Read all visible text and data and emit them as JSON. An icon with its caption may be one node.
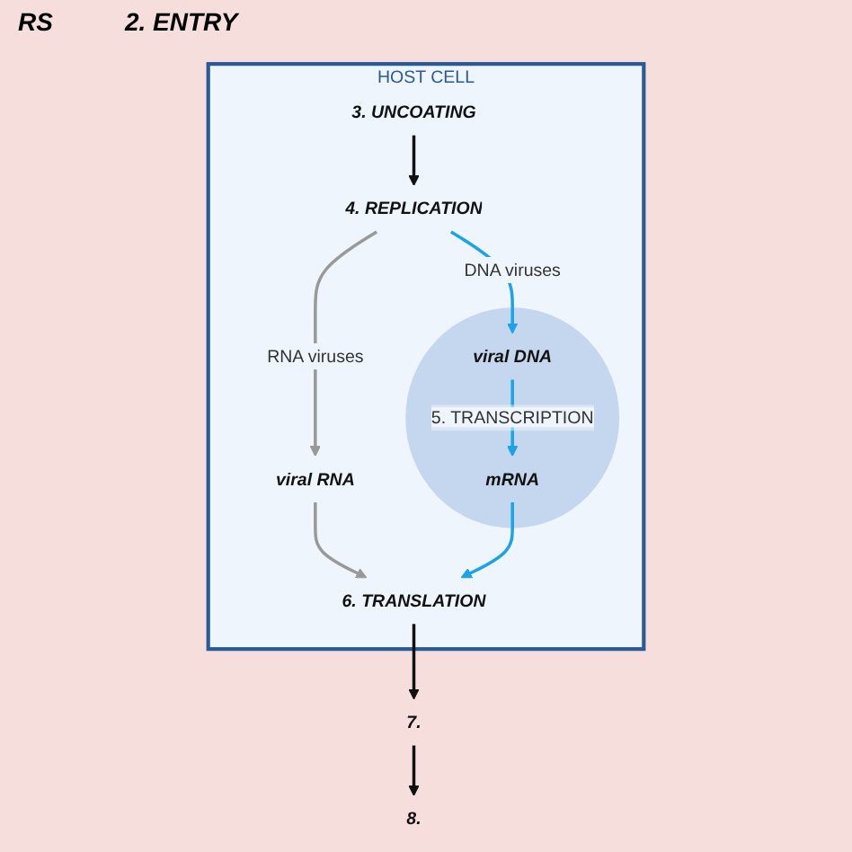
{
  "diagram": {
    "nodes": [
      {
        "text": [
          "HOST CELL"
        ]
      },
      {
        "text": [
          "3. UNCOATING"
        ],
        "in": 0
      },
      {
        "text": [
          "4. REPLICATION"
        ],
        "in": 0
      },
      {
        "text": [
          "viral RNA"
        ],
        "in": 0
      },
      {
        "text": [],
        "shape": "circle",
        "in": 0
      },
      {
        "text": [
          "viral DNA"
        ],
        "in": 4
      },
      {
        "text": [
          "mRNA"
        ],
        "in": 4
      },
      {
        "text": [
          "6. TRANSLATION"
        ],
        "in": 0
      },
      {
        "text": [
          "7."
        ]
      },
      {
        "text": [
          "8."
        ]
      }
    ],
    "edges": [
      {
        "from": 1,
        "to": 2,
        "arrow": "to"
      },
      {
        "from": 2,
        "to": 3,
        "arrow": "to",
        "label": "RNA viruses",
        "color": "#999999"
      },
      {
        "from": 2,
        "to": 5,
        "arrow": "to",
        "label": "DNA viruses",
        "color": "#1aa3e8"
      },
      {
        "from": 5,
        "to": 6,
        "arrow": "to",
        "label": "5. TRANSCRIPTION",
        "color": "#1aa3e8"
      },
      {
        "from": 3,
        "to": 7,
        "arrow": "to",
        "color": "#999999"
      },
      {
        "from": 6,
        "to": 7,
        "arrow": "to",
        "color": "#1aa3e8"
      },
      {
        "from": 7,
        "to": 8,
        "arrow": "to"
      },
      {
        "from": 8,
        "to": 9,
        "arrow": "to"
      }
    ],
    "labels": [
      "RS",
      "2. ENTRY"
    ]
  }
}
